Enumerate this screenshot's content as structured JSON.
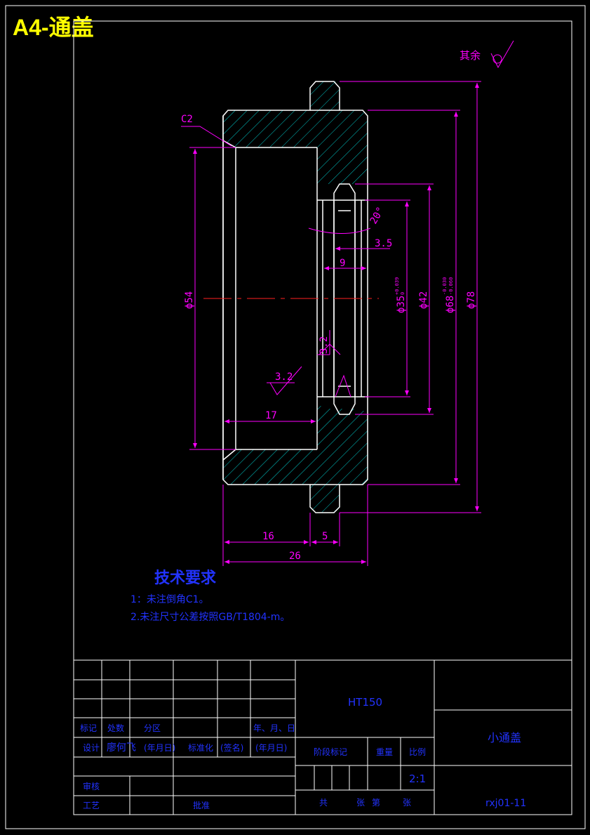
{
  "header": {
    "title": "A4-通盖"
  },
  "colors": {
    "background": "#000000",
    "frame": "#ffffff",
    "outline": "#ffffff",
    "hatch": "#00d0d0",
    "dimension": "#ff00ff",
    "centerline": "#ff2020",
    "titleblock_text": "#2233ff",
    "title": "#ffff00"
  },
  "drawing": {
    "roughness_rest": "其余",
    "chamfer_label": "C2",
    "dimensions": {
      "d54": "ϕ54",
      "d35": "ϕ35",
      "d35_tol_upper": "+0.039",
      "d35_tol_lower": "0",
      "d42": "ϕ42",
      "d68": "ϕ68",
      "d68_tol_upper": "-0.030",
      "d68_tol_lower": "-0.060",
      "d78": "ϕ78",
      "angle": "20°",
      "w3_5": "3.5",
      "w9": "9",
      "w17": "17",
      "w16": "16",
      "w5": "5",
      "w26": "26",
      "rough1": "3.2",
      "rough2": "3.2"
    }
  },
  "requirements": {
    "title": "技术要求",
    "items": [
      "1：未注倒角C1。",
      "2.未注尺寸公差按照GB/T1804-m。"
    ]
  },
  "titleblock": {
    "material": "HT150",
    "part_name": "小通盖",
    "drawing_no": "rxj01-11",
    "scale": "2:1",
    "labels": {
      "mark": "标记",
      "count": "处数",
      "zone": "分区",
      "date": "年、月、日",
      "design": "设计",
      "designer": "廖何飞",
      "ymd1": "(年月日)",
      "standard": "标准化",
      "sign": "(签名)",
      "ymd2": "(年月日)",
      "stage_mark": "阶段标记",
      "weight": "重量",
      "scale_label": "比例",
      "review": "审核",
      "process": "工艺",
      "approve": "批准",
      "total": "共",
      "sheets": "张",
      "page": "第",
      "sheet2": "张"
    }
  }
}
